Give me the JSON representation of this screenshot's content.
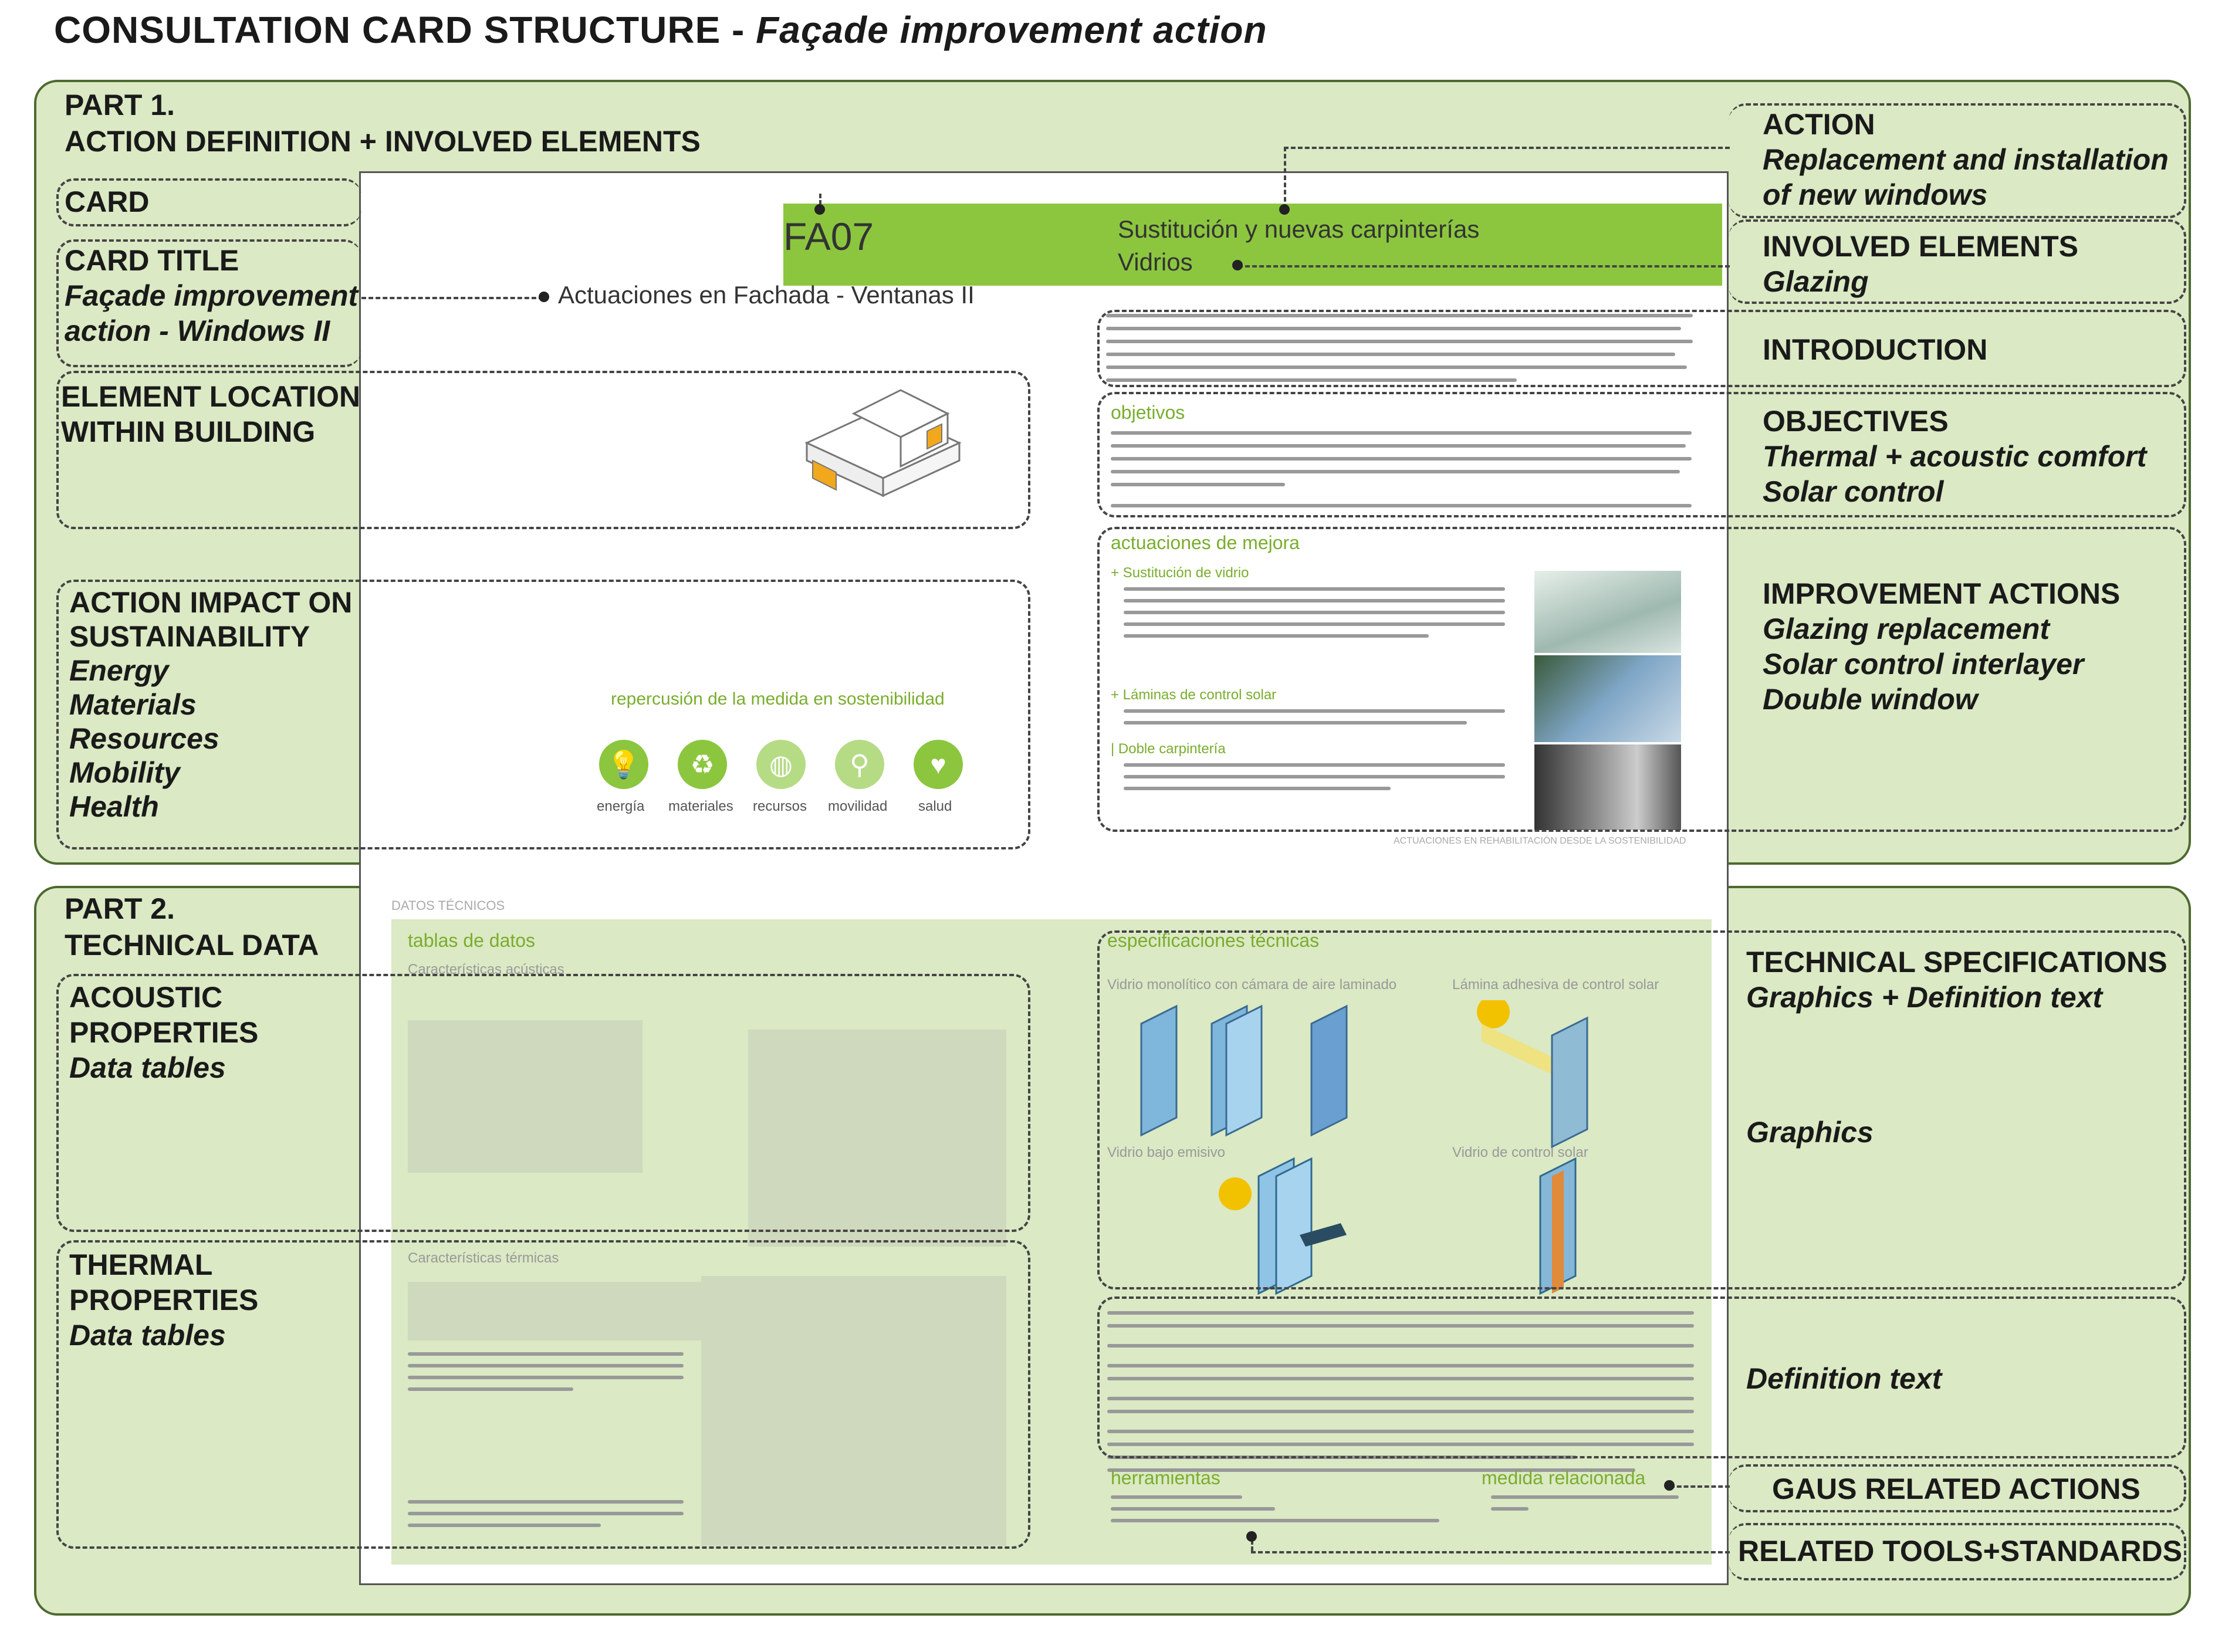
{
  "title": {
    "main": "CONSULTATION CARD STRUCTURE - ",
    "italic": "Façade improvement action"
  },
  "part1": {
    "line1": "PART 1.",
    "line2": "ACTION DEFINITION + INVOLVED ELEMENTS"
  },
  "part2": {
    "line1": "PART 2.",
    "line2": "TECHNICAL DATA"
  },
  "left_labels": {
    "card": "CARD",
    "card_title": "CARD TITLE",
    "card_title_s1": "Façade improvement",
    "card_title_s2": "action - Windows II",
    "location1": "ELEMENT LOCATION",
    "location2": "WITHIN BUILDING",
    "impact1": "ACTION IMPACT ON",
    "impact2": "SUSTAINABILITY",
    "impact_items": [
      "Energy",
      "Materials",
      "Resources",
      "Mobility",
      "Health"
    ],
    "acoustic1": "ACOUSTIC",
    "acoustic2": "PROPERTIES",
    "acoustic_s": "Data tables",
    "thermal1": "THERMAL",
    "thermal2": "PROPERTIES",
    "thermal_s": "Data tables"
  },
  "right_labels": {
    "action": "ACTION",
    "action_s1": "Replacement and installation",
    "action_s2": "of new windows",
    "involved": "INVOLVED ELEMENTS",
    "involved_s": "Glazing",
    "introduction": "INTRODUCTION",
    "objectives": "OBJECTIVES",
    "objectives_s1": "Thermal + acoustic comfort",
    "objectives_s2": "Solar control",
    "improvement": "IMPROVEMENT ACTIONS",
    "improvement_items": [
      "Glazing replacement",
      "Solar control interlayer",
      "Double window"
    ],
    "techspec": "TECHNICAL SPECIFICATIONS",
    "techspec_s": "Graphics + Definition text",
    "graphics": "Graphics",
    "definition": "Definition text",
    "gaus": "GAUS RELATED ACTIONS",
    "tools": "RELATED TOOLS+STANDARDS"
  },
  "card": {
    "code": "FA07",
    "name1": "Sustitución y nuevas carpinterías",
    "name2": "Vidrios",
    "subtitle": "Actuaciones en Fachada - Ventanas II",
    "objetivos": "objetivos",
    "actuaciones": "actuaciones de mejora",
    "act1": "+ Sustitución de vidrio",
    "act2": "+ Láminas de control solar",
    "act3": "| Doble carpintería",
    "repercusion": "repercusión de la medida en sostenibilidad",
    "icons": [
      "energía",
      "materiales",
      "recursos",
      "movilidad",
      "salud"
    ],
    "footer1": "ACTUACIONES EN REHABILITACIÓN DESDE LA SOSTENIBILIDAD",
    "datos": "DATOS TÉCNICOS",
    "tablas": "tablas de datos",
    "acusticas": "Características acústicas",
    "termicas": "Características térmicas",
    "especificaciones": "especificaciones técnicas",
    "spec1": "Vidrio monolítico con cámara de aire laminado",
    "spec2": "Lámina adhesiva de control solar",
    "spec3": "Vidrio bajo emisivo",
    "spec4": "Vidrio de control solar",
    "herramientas": "herramientas",
    "medida": "medida relacionada"
  }
}
